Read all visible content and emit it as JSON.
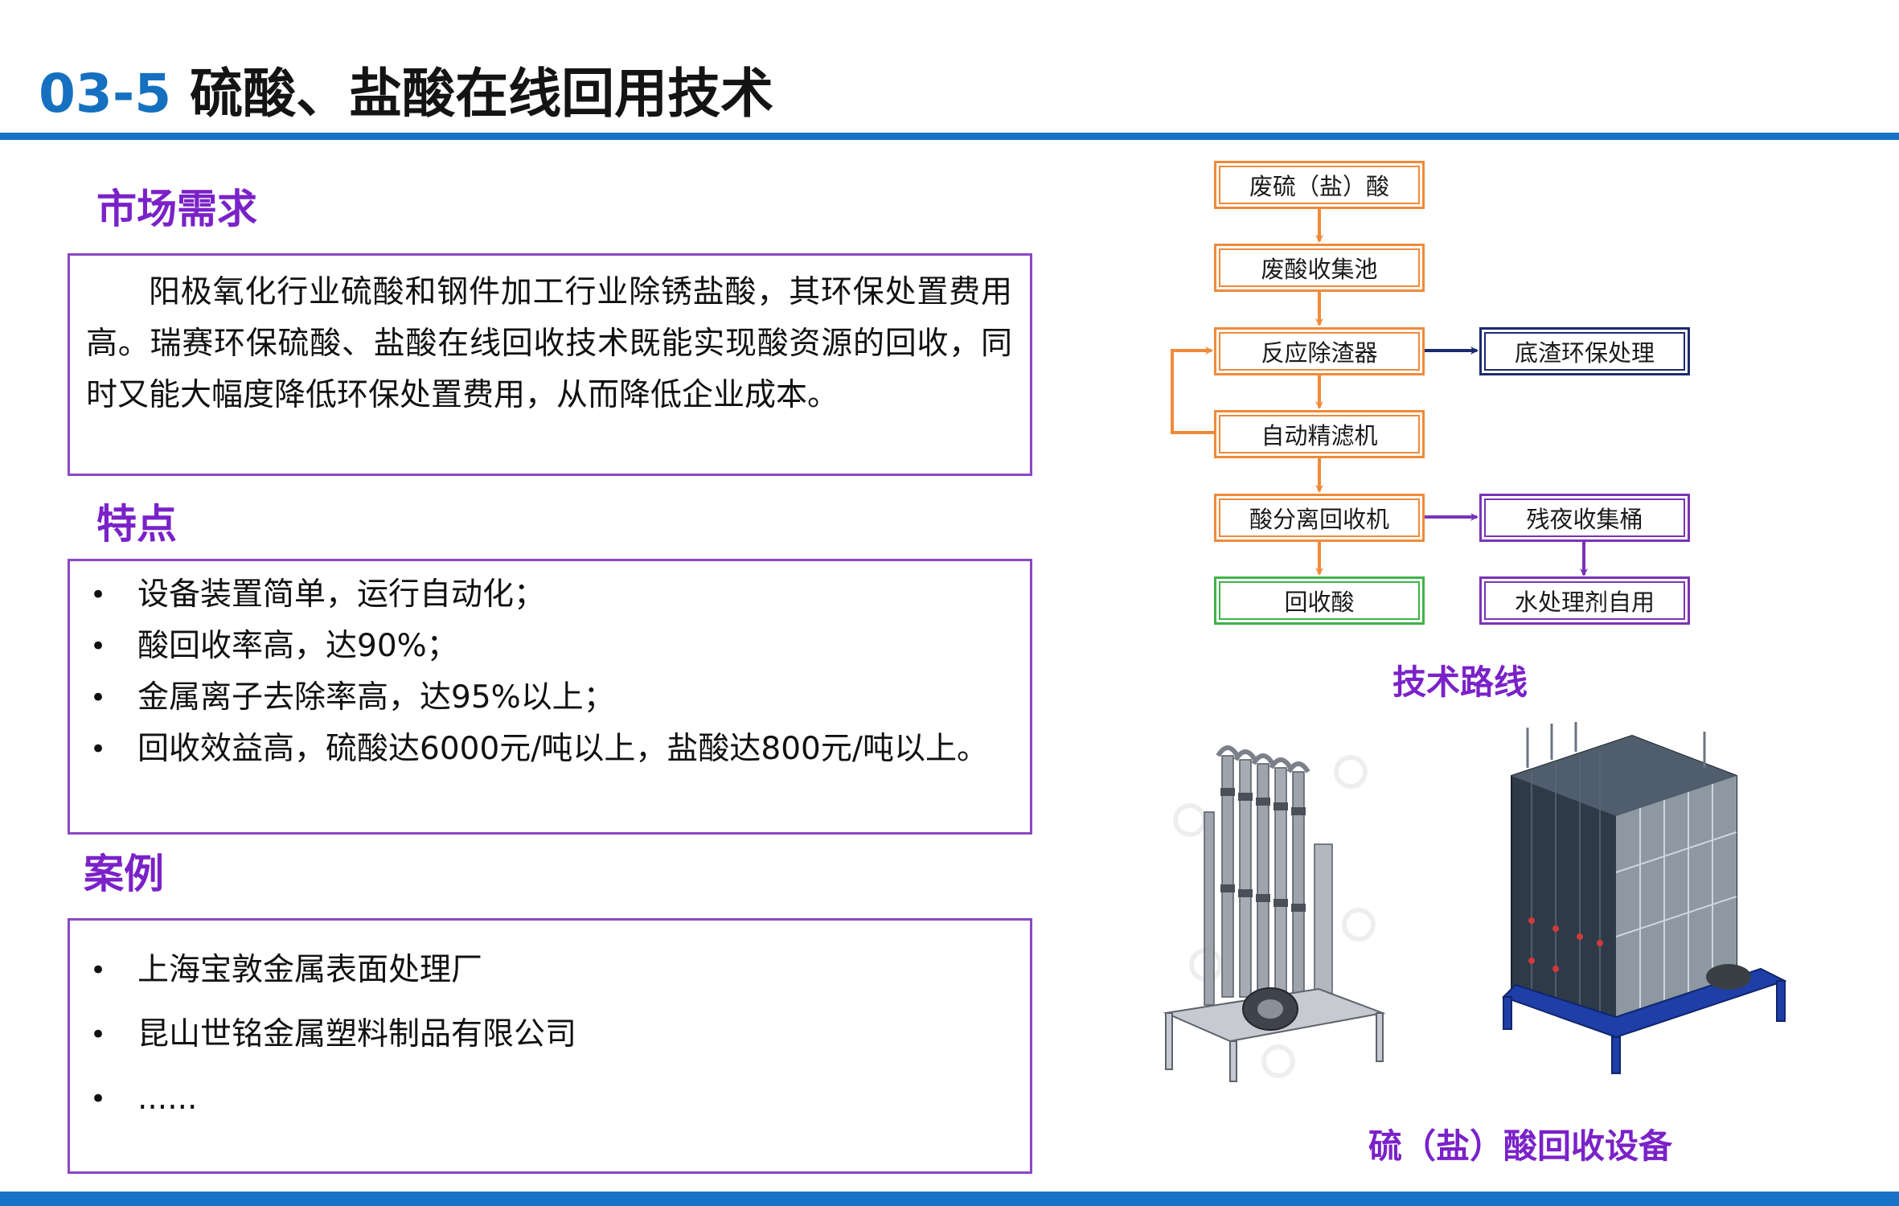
{
  "header": {
    "number": "03-5",
    "title": "硫酸、盐酸在线回用技术"
  },
  "market": {
    "heading": "市场需求",
    "text": "阳极氧化行业硫酸和钢件加工行业除锈盐酸，其环保处置费用高。瑞赛环保硫酸、盐酸在线回收技术既能实现酸资源的回收，同时又能大幅度降低环保处置费用，从而降低企业成本。"
  },
  "features": {
    "heading": "特点",
    "bullet": "•",
    "items": [
      "设备装置简单，运行自动化；",
      "酸回收率高，达90%；",
      "金属离子去除率高，达95%以上；",
      "回收效益高，硫酸达6000元/吨以上，盐酸达800元/吨以上。"
    ]
  },
  "cases": {
    "heading": "案例",
    "bullet": "•",
    "items": [
      "上海宝敦金属表面处理厂",
      "昆山世铭金属塑料制品有限公司",
      "......"
    ]
  },
  "flowchart": {
    "caption": "技术路线",
    "nodes": {
      "n1": "废硫（盐）酸",
      "n2": "废酸收集池",
      "n3": "反应除渣器",
      "n4": "自动精滤机",
      "n5": "酸分离回收机",
      "n6": "回收酸",
      "n7": "底渣环保处理",
      "n8": "残夜收集桶",
      "n9": "水处理剂自用"
    },
    "colors": {
      "main": "#f08a3a",
      "navy": "#1d2a6e",
      "purple": "#7a33b8",
      "green": "#3fb24a"
    }
  },
  "equipment": {
    "caption": "硫（盐）酸回收设备"
  }
}
